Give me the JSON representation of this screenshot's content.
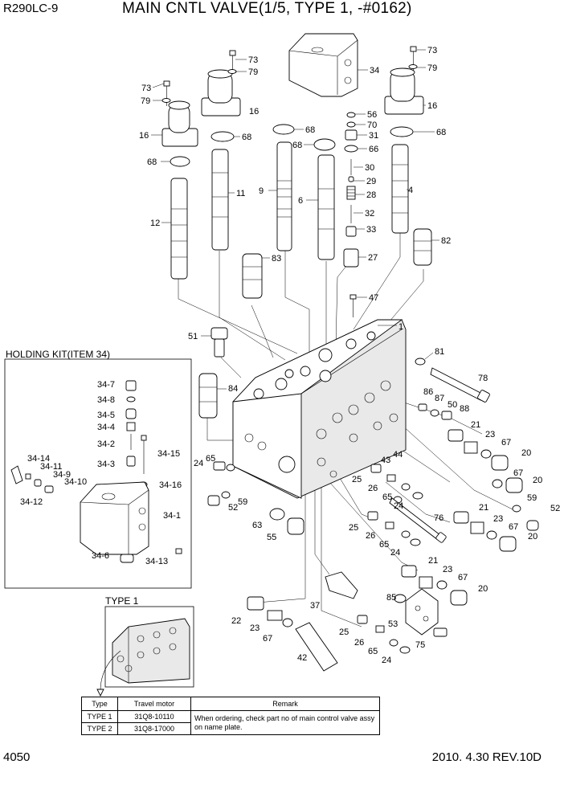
{
  "header": {
    "model": "R290LC-9",
    "title": "MAIN CNTL VALVE(1/5, TYPE 1, -#0162)"
  },
  "footer": {
    "page_number": "4050",
    "revision": "2010. 4.30  REV.10D"
  },
  "holding_kit": {
    "title": "HOLDING KIT(ITEM 34)",
    "callouts": [
      "34-7",
      "34-8",
      "34-5",
      "34-4",
      "34-2",
      "34-15",
      "34-3",
      "34-14",
      "34-11",
      "34-9",
      "34-10",
      "34-12",
      "34-16",
      "34-1",
      "34-6",
      "34-13"
    ]
  },
  "type1_inset": {
    "title": "TYPE 1"
  },
  "callouts": [
    "1",
    "4",
    "6",
    "9",
    "11",
    "12",
    "16",
    "20",
    "21",
    "22",
    "23",
    "24",
    "25",
    "26",
    "27",
    "28",
    "29",
    "30",
    "31",
    "32",
    "33",
    "34",
    "37",
    "42",
    "43",
    "44",
    "47",
    "50",
    "51",
    "52",
    "53",
    "55",
    "56",
    "59",
    "63",
    "65",
    "66",
    "67",
    "68",
    "70",
    "73",
    "75",
    "76",
    "78",
    "79",
    "81",
    "82",
    "83",
    "84",
    "85",
    "86",
    "87",
    "88"
  ],
  "spec_table": {
    "headers": [
      "Type",
      "Travel motor",
      "Remark"
    ],
    "rows": [
      {
        "type": "TYPE 1",
        "motor": "31Q8-10110"
      },
      {
        "type": "TYPE 2",
        "motor": "31Q8-17000"
      }
    ],
    "remark": "When ordering, check part no of main control valve assy on name plate."
  }
}
